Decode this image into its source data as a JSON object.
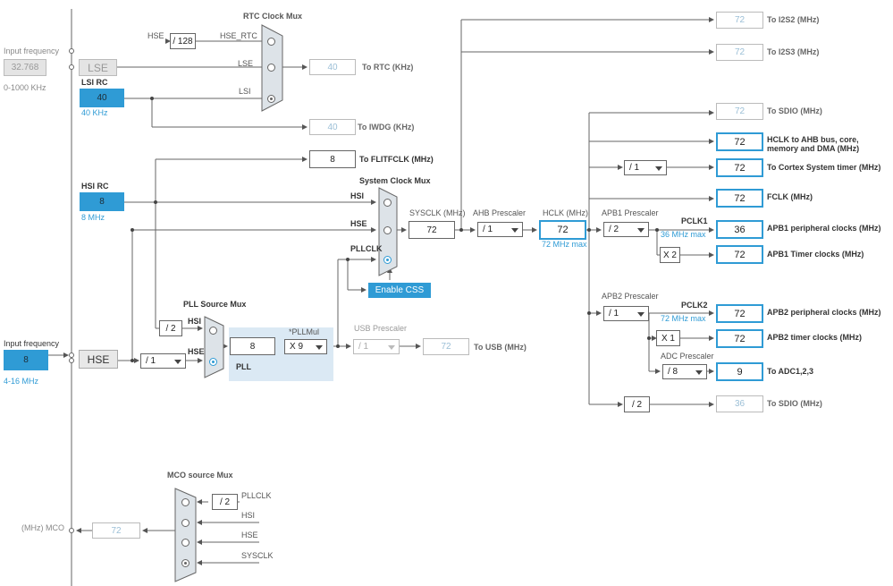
{
  "rtc_mux": {
    "title": "RTC Clock Mux",
    "hse_label": "HSE",
    "div_128": "/ 128",
    "hse_rtc": "HSE_RTC",
    "lse": "LSE",
    "lsi": "LSI",
    "rtc_value": "40",
    "rtc_label": "To RTC (KHz)"
  },
  "iwdg": {
    "value": "40",
    "label": "To IWDG (KHz)"
  },
  "flit": {
    "value": "8",
    "label": "To FLITFCLK (MHz)"
  },
  "lse_block": {
    "input_label": "Input frequency",
    "input_value": "32.768",
    "range": "0-1000 KHz",
    "name": "LSE"
  },
  "lsi_block": {
    "title": "LSI RC",
    "value": "40",
    "unit": "40 KHz"
  },
  "hsi_block": {
    "title": "HSI RC",
    "value": "8",
    "unit": "8 MHz"
  },
  "hse_block": {
    "input_label": "Input frequency",
    "input_value": "8",
    "range": "4-16 MHz",
    "name": "HSE"
  },
  "sys_mux": {
    "title": "System Clock Mux",
    "hsi": "HSI",
    "hse": "HSE",
    "pllclk": "PLLCLK",
    "enable_css": "Enable CSS"
  },
  "sysclk": {
    "label": "SYSCLK (MHz)",
    "value": "72"
  },
  "ahb": {
    "label": "AHB Prescaler",
    "value": "/ 1"
  },
  "hclk": {
    "label": "HCLK (MHz)",
    "value": "72",
    "max": "72 MHz max"
  },
  "pll_src": {
    "title": "PLL Source Mux",
    "hsi": "HSI",
    "hse": "HSE",
    "hsi_div": "/ 2",
    "hse_div": "/ 1"
  },
  "pll": {
    "value": "8",
    "mul_label": "*PLLMul",
    "mul": "X 9",
    "label": "PLL"
  },
  "usb": {
    "label": "USB Prescaler",
    "value": "/ 1",
    "out": "72",
    "out_label": "To USB (MHz)"
  },
  "outputs": {
    "i2s2": {
      "value": "72",
      "label": "To I2S2 (MHz)"
    },
    "i2s3": {
      "value": "72",
      "label": "To I2S3 (MHz)"
    },
    "sdio1": {
      "value": "72",
      "label": "To SDIO (MHz)"
    },
    "hclk_ahb": {
      "value": "72",
      "label1": "HCLK to AHB bus, core,",
      "label2": "memory and DMA (MHz)"
    },
    "cortex": {
      "div": "/ 1",
      "value": "72",
      "label": "To Cortex System timer (MHz)"
    },
    "fclk": {
      "value": "72",
      "label": "FCLK (MHz)"
    },
    "apb1_periph": {
      "value": "36",
      "label": "APB1 peripheral clocks (MHz)"
    },
    "apb1_timer": {
      "mul": "X 2",
      "value": "72",
      "label": "APB1 Timer clocks (MHz)"
    },
    "apb2_periph": {
      "value": "72",
      "label": "APB2 peripheral clocks (MHz)"
    },
    "apb2_timer": {
      "mul": "X 1",
      "value": "72",
      "label": "APB2 timer clocks (MHz)"
    },
    "adc": {
      "label": "ADC Prescaler",
      "div": "/ 8",
      "value": "9",
      "out_label": "To ADC1,2,3"
    },
    "sdio2": {
      "div": "/ 2",
      "value": "36",
      "label": "To SDIO (MHz)"
    }
  },
  "apb1": {
    "label": "APB1 Prescaler",
    "value": "/ 2",
    "pclk": "PCLK1",
    "max": "36 MHz max"
  },
  "apb2": {
    "label": "APB2 Prescaler",
    "value": "/ 1",
    "pclk": "PCLK2",
    "max": "72 MHz max"
  },
  "mco": {
    "title": "MCO source Mux",
    "div": "/ 2",
    "pllclk": "PLLCLK",
    "hsi": "HSI",
    "hse": "HSE",
    "sysclk": "SYSCLK",
    "out_label": "(MHz) MCO",
    "value": "72"
  },
  "colors": {
    "accent": "#2f9bd5",
    "disabled_text": "#9bbfd6",
    "pll_area": "#dbe9f4"
  }
}
